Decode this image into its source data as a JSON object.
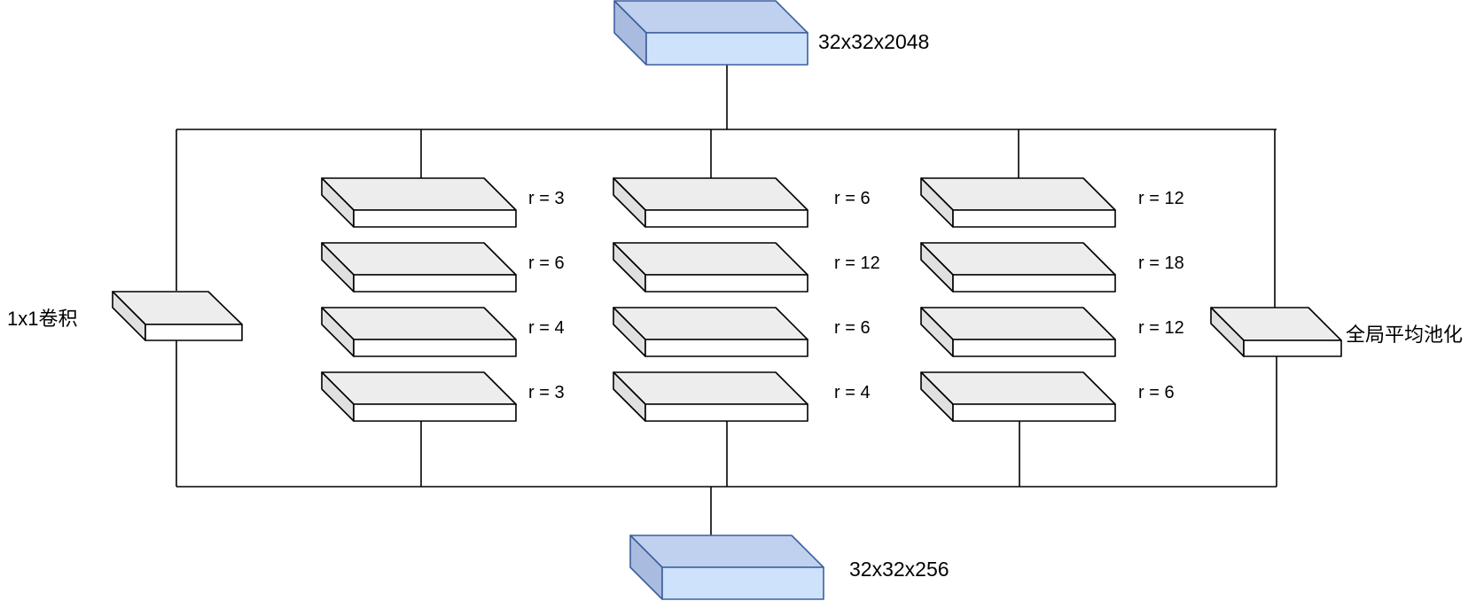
{
  "colors": {
    "io_front": "#cfe2fb",
    "io_top": "#bfd1ee",
    "io_side": "#a9bcdf",
    "io_stroke": "#3d5f9f",
    "layer_front": "#ffffff",
    "layer_top": "#ededed",
    "layer_side": "#e0e0e0",
    "layer_stroke": "#000000",
    "line": "#000000"
  },
  "input": {
    "label": "32x32x2048"
  },
  "output": {
    "label": "32x32x256"
  },
  "conv1x1": {
    "label": "1x1卷积"
  },
  "global_pool": {
    "label": "全局平均池化"
  },
  "branches": [
    {
      "rates": [
        "r = 3",
        "r = 6",
        "r = 4",
        "r = 3"
      ]
    },
    {
      "rates": [
        "r = 6",
        "r = 12",
        "r = 6",
        "r = 4"
      ]
    },
    {
      "rates": [
        "r = 12",
        "r = 18",
        "r = 12",
        "r = 6"
      ]
    }
  ]
}
